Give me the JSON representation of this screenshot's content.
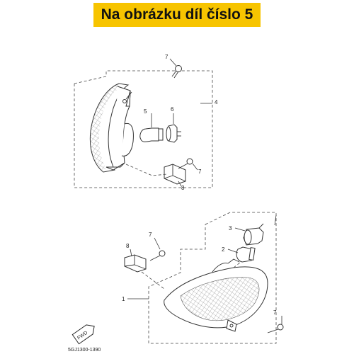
{
  "banner": {
    "title": "Na obrázku díl číslo 5"
  },
  "diagram": {
    "callouts": {
      "upper_bolt": "7",
      "upper_assembly": "4",
      "upper_bulb": "5",
      "upper_socket": "6",
      "upper_screw": "7",
      "upper_bracket": "8",
      "lower_socket": "3",
      "lower_bulb": "2",
      "lower_screw_left": "7",
      "lower_bracket": "8",
      "lower_assembly": "1",
      "lower_screw_right": "7"
    },
    "fwd_label": "FWD",
    "diagram_code": "5GJ1300-1390"
  }
}
